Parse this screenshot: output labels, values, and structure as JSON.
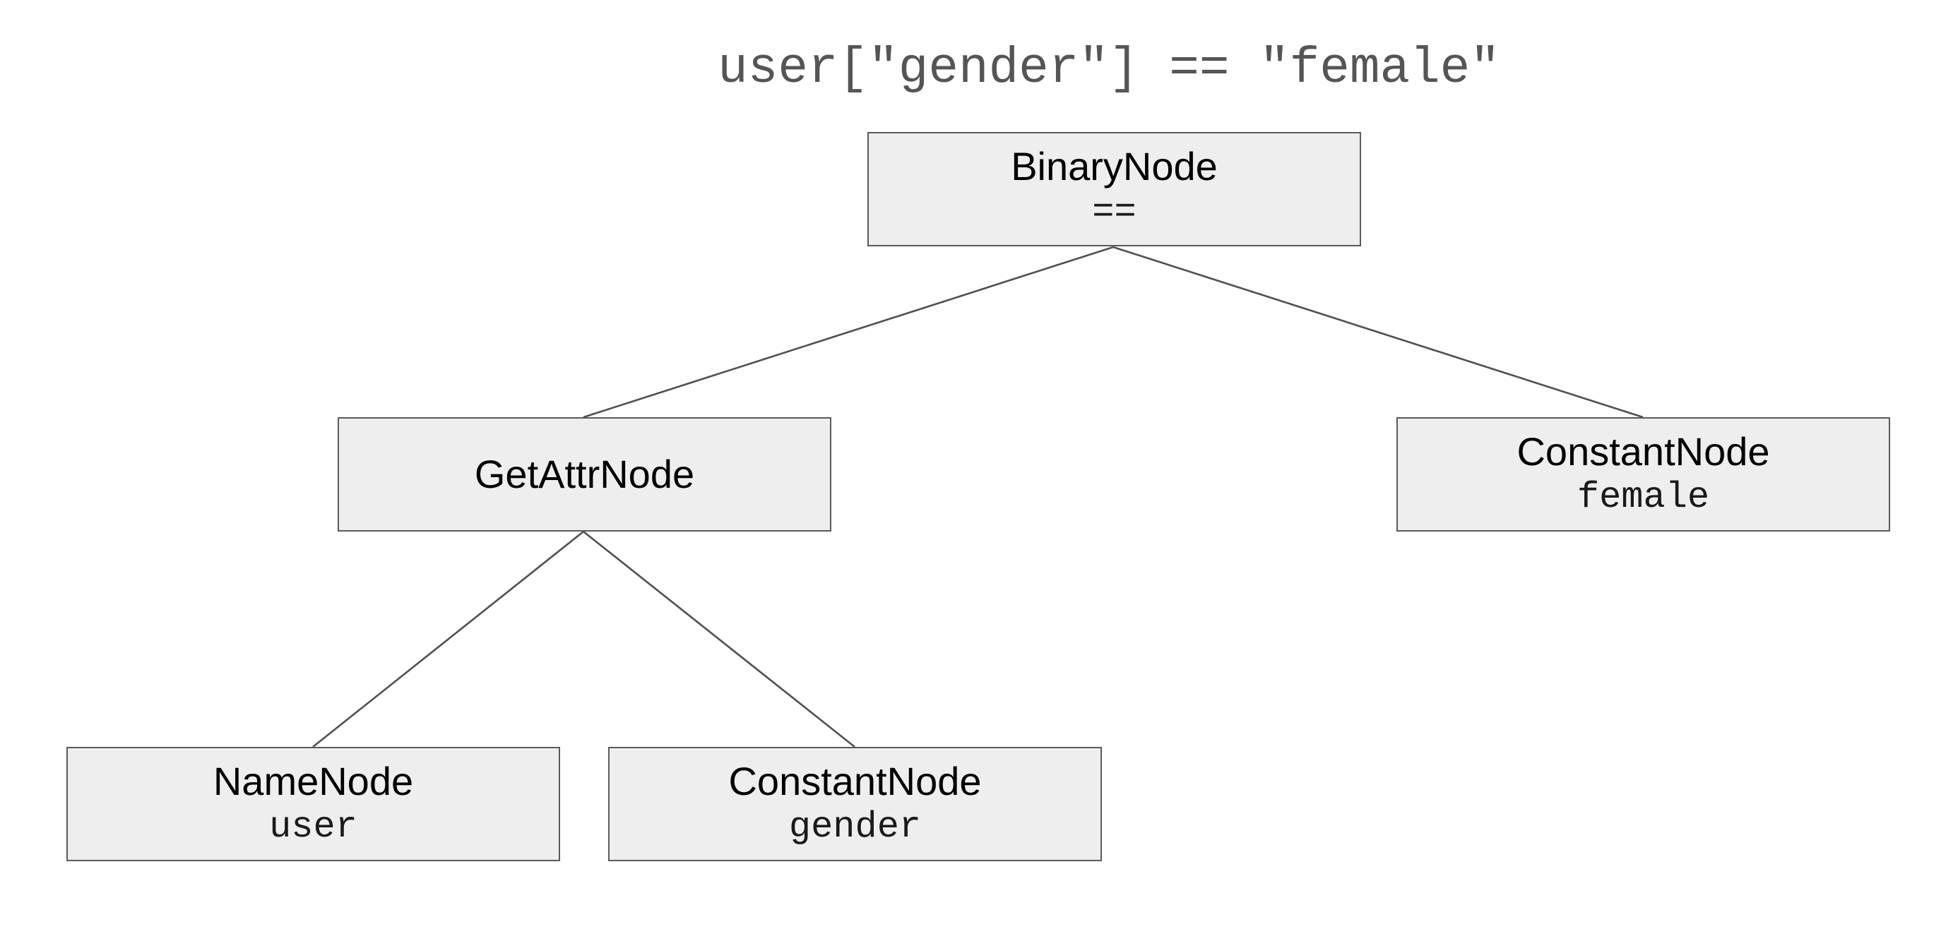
{
  "expression": "user[\"gender\"] == \"female\"",
  "nodes": {
    "binary": {
      "title": "BinaryNode",
      "value": "=="
    },
    "getattr": {
      "title": "GetAttrNode",
      "value": ""
    },
    "const_female": {
      "title": "ConstantNode",
      "value": "female"
    },
    "name": {
      "title": "NameNode",
      "value": "user"
    },
    "const_gender": {
      "title": "ConstantNode",
      "value": "gender"
    }
  },
  "edges": [
    [
      "binary",
      "getattr"
    ],
    [
      "binary",
      "const_female"
    ],
    [
      "getattr",
      "name"
    ],
    [
      "getattr",
      "const_gender"
    ]
  ]
}
